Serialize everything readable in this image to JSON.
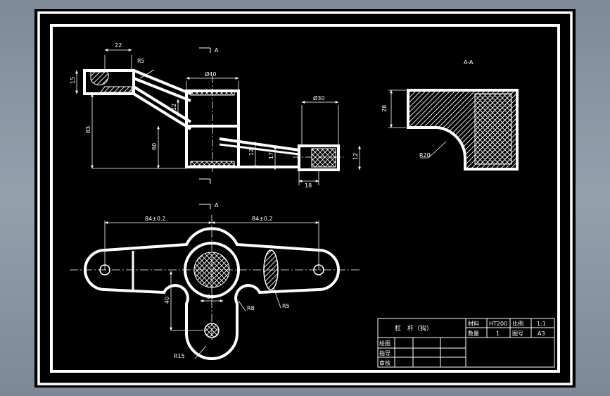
{
  "section_view": {
    "title": "A-A",
    "radius": "R20",
    "height": "28"
  },
  "front_view": {
    "cut_marker": "A",
    "dims": {
      "top_width": "22",
      "small_gap": "12",
      "left_small_height": "15",
      "hub_diameter": "Ø40",
      "right_diameter": "Ø30",
      "left_height": "83",
      "mid_height": "60",
      "bridge_1": "12",
      "bridge_2": "17",
      "right_height": "12",
      "right_width": "18",
      "slot_radius": "R5"
    }
  },
  "top_view": {
    "cut_marker": "A",
    "dims": {
      "left_span": "84±0.2",
      "right_span": "84±0.2",
      "stem_height": "40",
      "hub_width": "30",
      "fillet": "R8",
      "rib_radius": "R5",
      "stem_radius": "R15"
    }
  },
  "title_block": {
    "name": "杠　杆（钩）",
    "material_label": "材料",
    "material_value": "HT200",
    "scale_label": "比例",
    "scale_value": "1:1",
    "quantity_label": "数量",
    "quantity_value": "1",
    "drawing_no_label": "图号",
    "drawing_no_value": "A3",
    "drawn_label": "绘图",
    "designed_label": "指导",
    "reviewed_label": "审核"
  }
}
